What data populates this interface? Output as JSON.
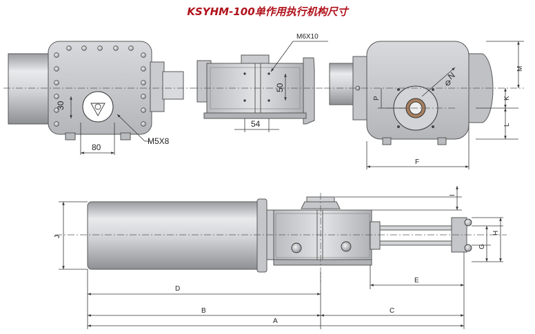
{
  "title": "KSYHM-100单作用执行机构尺寸",
  "labels": {
    "m6x10": "M6X10",
    "m5x8": "M5X8",
    "dim_30": "30",
    "dim_80": "80",
    "dim_50": "50",
    "dim_54": "54",
    "n": "N",
    "p": "P",
    "k": "K",
    "l": "L",
    "m": "M",
    "f": "F",
    "j": "J",
    "i": "I",
    "g": "G",
    "h": "H",
    "d": "D",
    "e": "E",
    "b": "B",
    "c": "C",
    "a": "A"
  },
  "colors": {
    "title": "#b0121b",
    "body_gray": "#c9cbcf",
    "cylinder_gray": "#bfc1c5",
    "dim_line": "#333333"
  }
}
